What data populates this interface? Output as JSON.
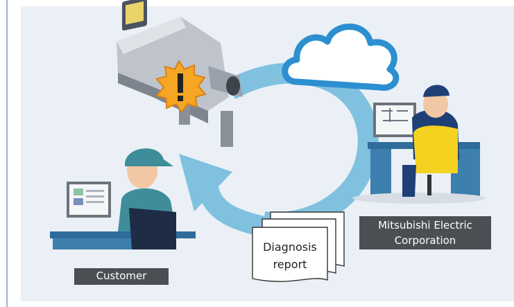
{
  "labels": {
    "customer": "Customer",
    "provider_line1": "Mitsubishi Electric",
    "provider_line2": "Corporation",
    "document_line1": "Diagnosis",
    "document_line2": "report"
  },
  "icons": {
    "machine": "industrial-lathe-icon",
    "alert": "warning-burst-icon",
    "cloud": "cloud-icon",
    "customer": "customer-worker-icon",
    "engineer": "engineer-worker-icon",
    "report": "document-stack-icon",
    "flow": "circular-arrow-icon"
  },
  "colors": {
    "panel_background": "#eaf0f5",
    "arrow": "#7fc1df",
    "cloud_stroke": "#2c8fcf",
    "alert_fill": "#f5a623",
    "label_background": "#4a4f54",
    "label_text": "#ffffff"
  }
}
